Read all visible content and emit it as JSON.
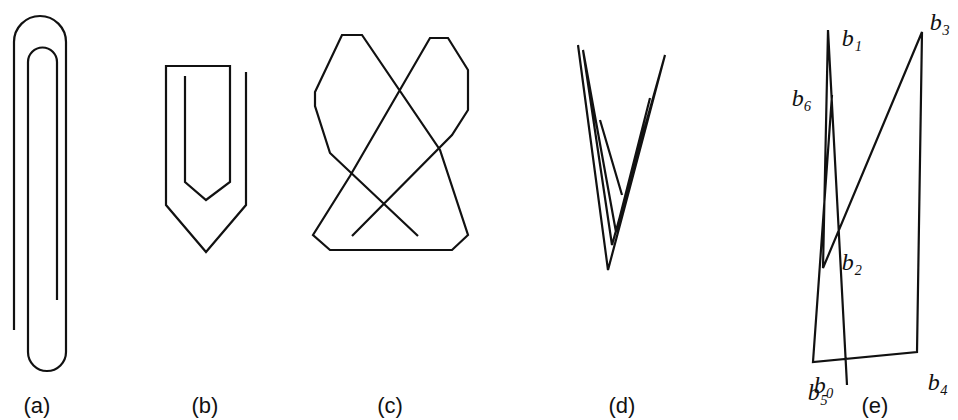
{
  "diagram": {
    "labels": [
      "(a)",
      "(b)",
      "(c)",
      "(d)",
      "(e)",
      "b₀",
      "b₁",
      "b₂",
      "b₃",
      "b₄",
      "b₅",
      "b₆"
    ]
  }
}
